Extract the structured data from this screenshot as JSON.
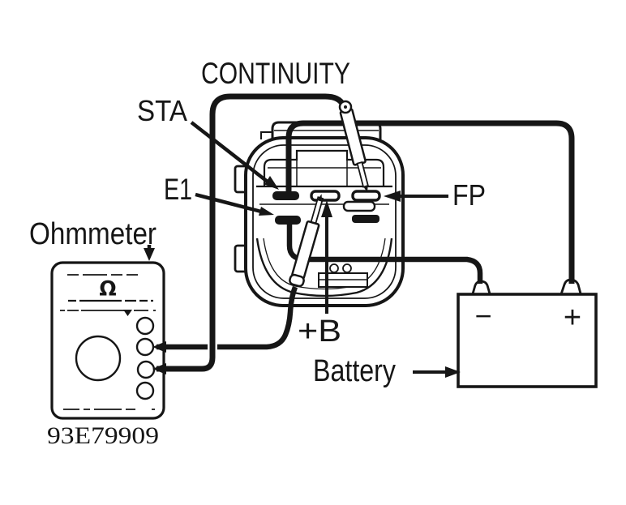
{
  "figure": {
    "caption": "CONTINUITY",
    "part_number": "93E79909",
    "labels": {
      "sta": "STA",
      "e1": "E1",
      "fp": "FP",
      "plus_b": "+B",
      "ohmmeter": "Ohmmeter",
      "battery": "Battery"
    },
    "symbols": {
      "omega": "Ω",
      "battery_minus": "−",
      "battery_plus": "+"
    },
    "colors": {
      "ink": "#161616",
      "paper": "#ffffff"
    }
  }
}
